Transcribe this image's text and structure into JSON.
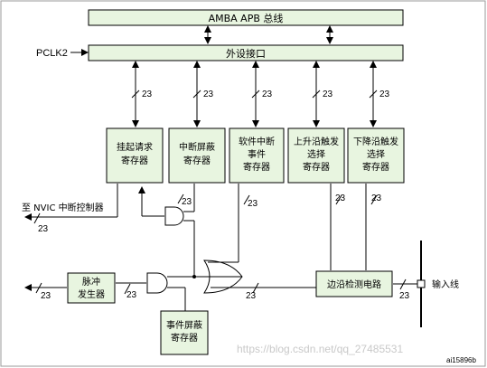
{
  "bus": {
    "label": "AMBA APB 总线"
  },
  "clock": {
    "label": "PCLK2"
  },
  "peripheral_interface": {
    "label": "外设接口"
  },
  "registers": [
    {
      "line1": "挂起请求",
      "line2": "寄存器",
      "line3": ""
    },
    {
      "line1": "中断屏蔽",
      "line2": "寄存器",
      "line3": ""
    },
    {
      "line1": "软件中断",
      "line2": "事件",
      "line3": "寄存器"
    },
    {
      "line1": "上升沿触发",
      "line2": "选择",
      "line3": "寄存器"
    },
    {
      "line1": "下降沿触发",
      "line2": "选择",
      "line3": "寄存器"
    }
  ],
  "bus_width": "23",
  "nvic_label": "至 NVIC 中断控制器",
  "pulse_generator": {
    "line1": "脉冲",
    "line2": "发生器"
  },
  "event_mask": {
    "line1": "事件屏蔽",
    "line2": "寄存器"
  },
  "edge_detect": {
    "label": "边沿检测电路"
  },
  "input_line": {
    "label": "输入线"
  },
  "watermark": "https://blog.csdn.net/qq_27485531",
  "figure_id": "ai15896b",
  "colors": {
    "background": "#ffffff",
    "box_fill": "#e8f5e0",
    "line": "#000000",
    "frame": "#9a9a9a"
  }
}
